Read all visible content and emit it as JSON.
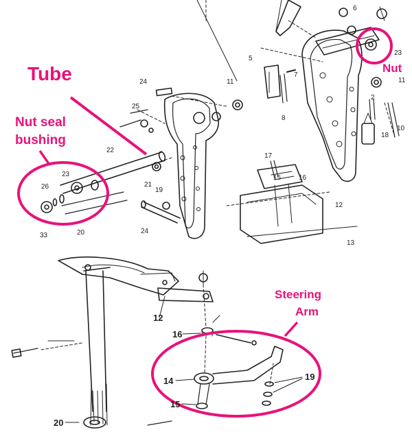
{
  "annotations": {
    "tube": "Tube",
    "nut_seal_bushing_line1": "Nut seal",
    "nut_seal_bushing_line2": "bushing",
    "nut": "Nut",
    "steering_arm_line1": "Steering",
    "steering_arm_line2": "Arm"
  },
  "part_numbers": {
    "top_24a": "24",
    "top_11a": "11",
    "top_5": "5",
    "top_7": "7",
    "top_8": "8",
    "top_6": "6",
    "top_23a": "23",
    "top_11b": "11",
    "top_2": "2",
    "top_18": "18",
    "top_10": "10",
    "top_25": "25",
    "top_22": "22",
    "top_23b": "23",
    "top_26": "26",
    "top_21": "21",
    "top_19": "19",
    "top_17": "17",
    "top_15": "15",
    "top_16": "16",
    "top_12": "12",
    "top_13": "13",
    "top_24b": "24",
    "top_20": "20",
    "top_33": "33",
    "bot_12": "12",
    "bot_16": "16",
    "bot_14": "14",
    "bot_15": "15",
    "bot_19": "19",
    "bot_20": "20"
  },
  "colors": {
    "annotation": "#e8127a",
    "line_art": "#222222",
    "background": "#ffffff"
  }
}
